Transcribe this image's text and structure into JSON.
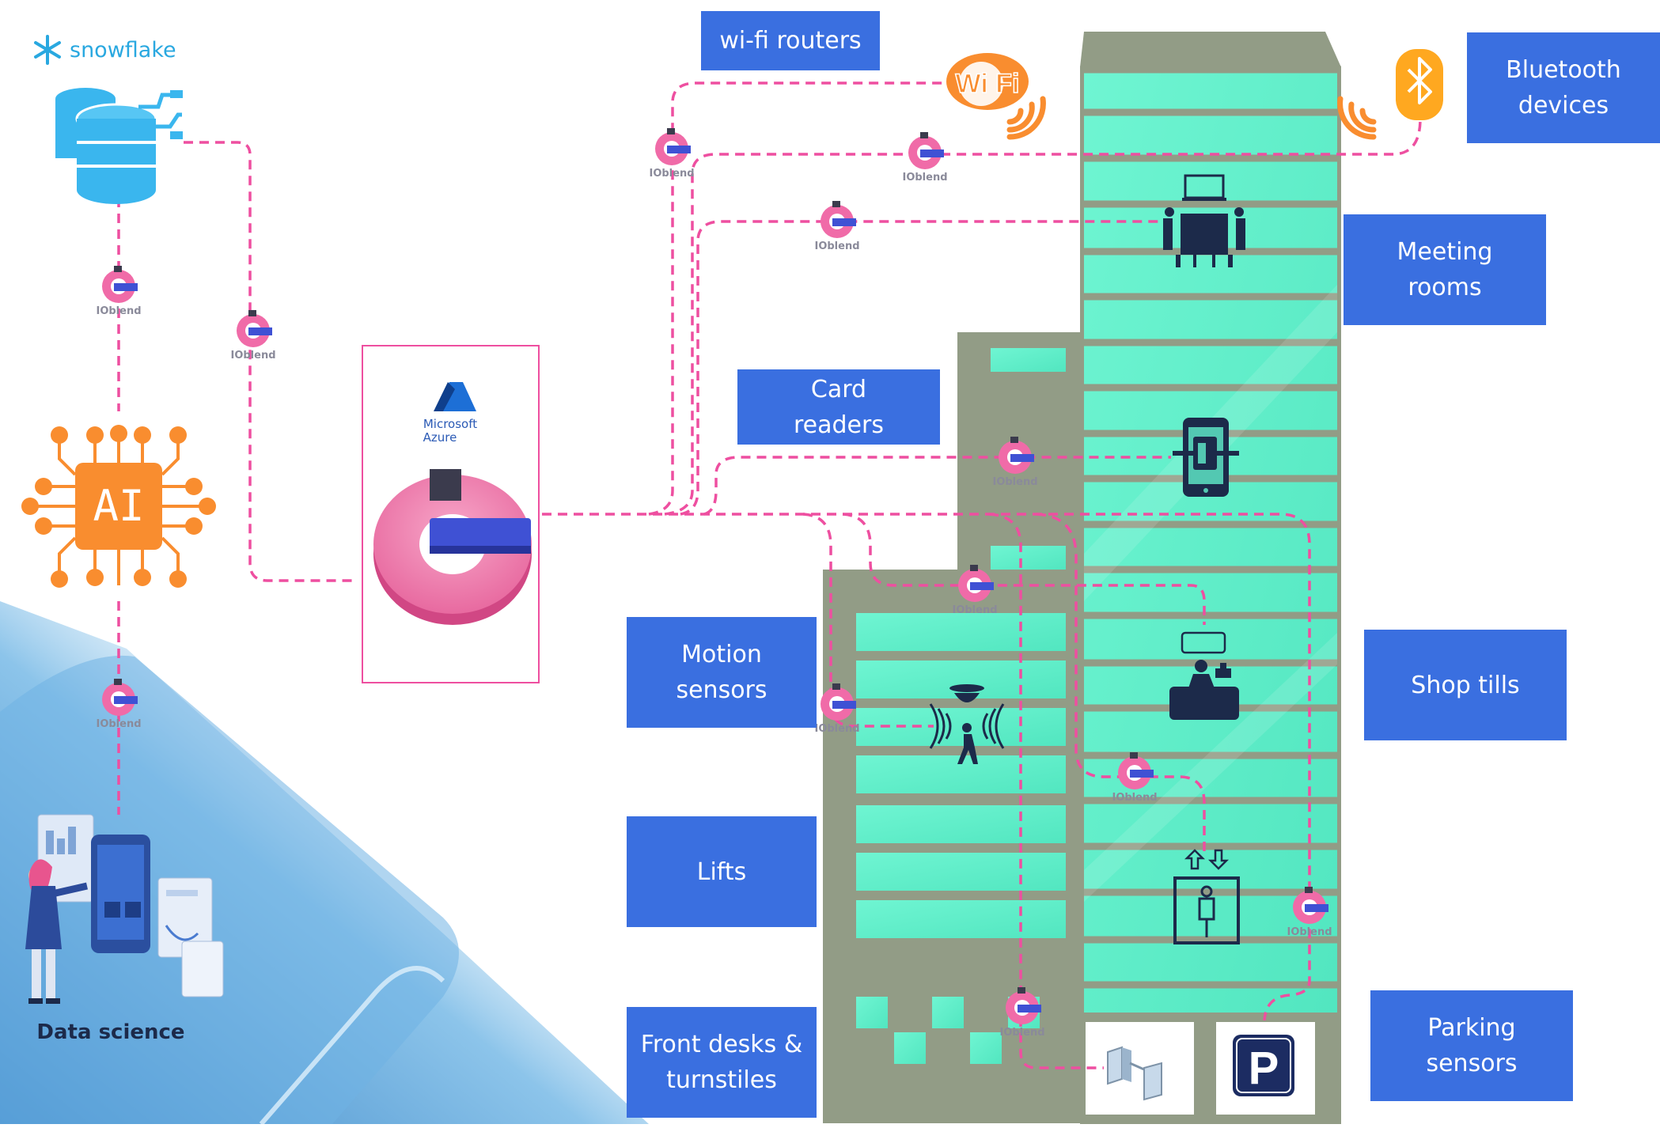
{
  "logo": {
    "snowflake": "snowflake",
    "azure_line1": "Microsoft",
    "azure_line2": "Azure"
  },
  "hub": {
    "chip_label": "AI"
  },
  "connector_label": "IOblend",
  "data_science_label": "Data science",
  "labels": {
    "wifi": "wi-fi routers",
    "bluetooth": "Bluetooth\ndevices",
    "meeting": "Meeting\nrooms",
    "card": "Card\nreaders",
    "motion": "Motion\nsensors",
    "shop": "Shop tills",
    "lifts": "Lifts",
    "parking": "Parking\nsensors",
    "front": "Front desks &\nturnstiles"
  },
  "icons": {
    "wifi_badge": "Wi Fi",
    "parking_sign": "P"
  },
  "colors": {
    "label_bg": "#3a6fe0",
    "connector_line": "#ee4fa0",
    "building_glass": "#63f0cc",
    "building_frame": "#929c86",
    "ai_orange": "#f98d2f",
    "database_blue": "#3ab6ee"
  }
}
